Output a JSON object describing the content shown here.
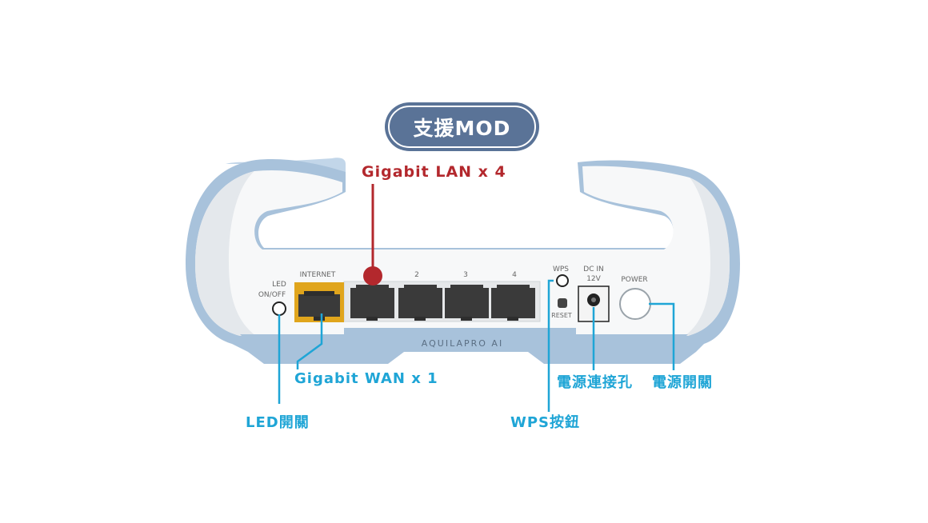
{
  "badge": {
    "label": "支援MOD"
  },
  "callouts": {
    "lan": "Gigabit LAN x 4",
    "wan": "Gigabit WAN x 1",
    "led": "LED開關",
    "wps": "WPS按鈕",
    "dc": "電源連接孔",
    "power": "電源開關"
  },
  "device_labels": {
    "led_line1": "LED",
    "led_line2": "ON/OFF",
    "internet": "INTERNET",
    "port2": "2",
    "port3": "3",
    "port4": "4",
    "wps": "WPS",
    "dcin_line1": "DC IN",
    "dcin_line2": "12V",
    "power": "POWER",
    "reset": "RESET",
    "brand": "AQUILAPRO AI"
  },
  "colors": {
    "badge": "#5a7397",
    "lan_callout": "#b3282d",
    "callout": "#1fa5d6",
    "device_body": "#f7f8f9",
    "device_shell": "#a9c3dc",
    "wan_port": "#e0a51c"
  }
}
